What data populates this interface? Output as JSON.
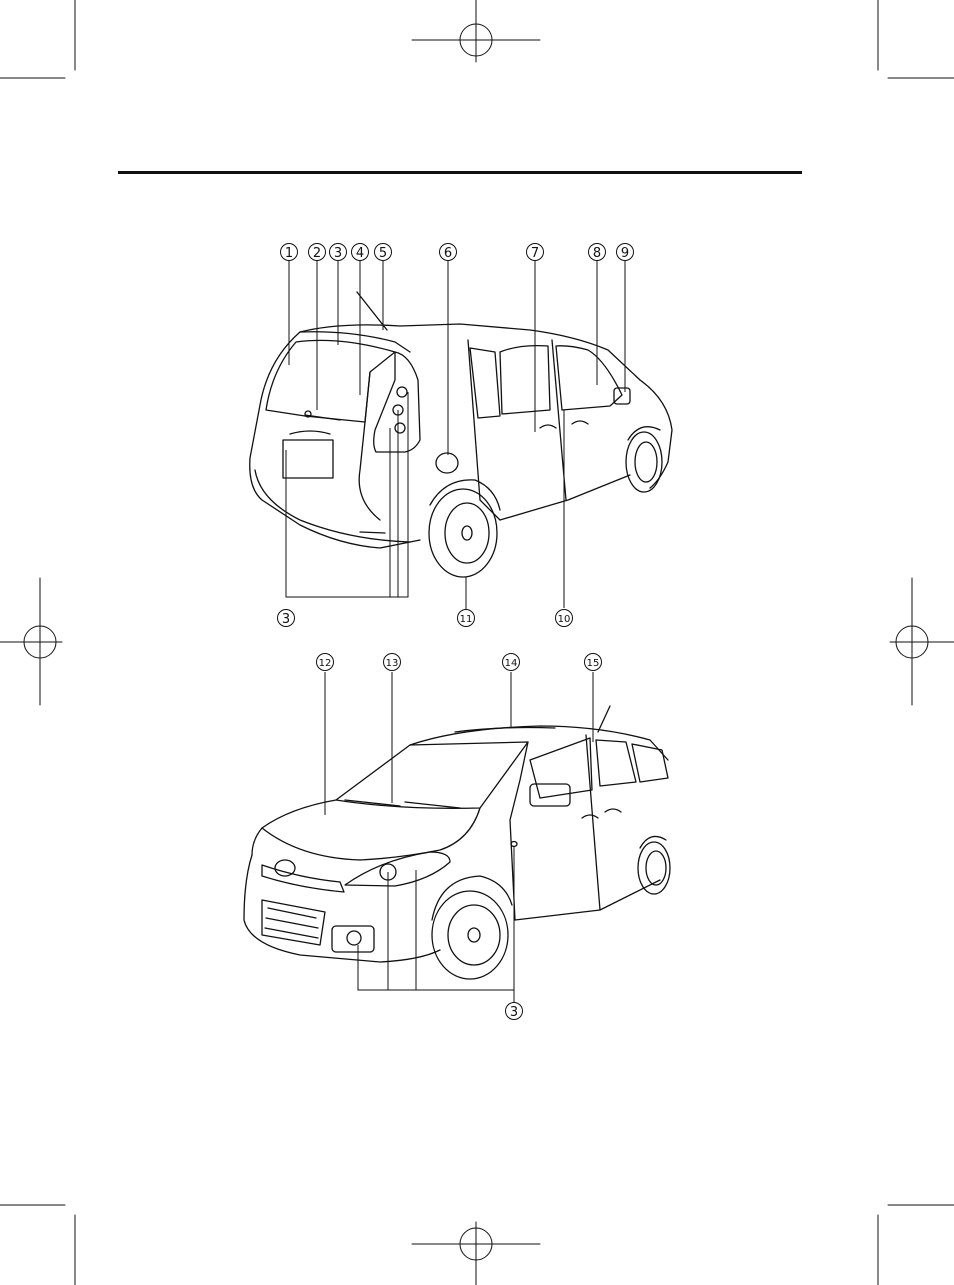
{
  "callouts_top": [
    {
      "id": "c1",
      "label": "1"
    },
    {
      "id": "c2",
      "label": "2"
    },
    {
      "id": "c3a",
      "label": "3"
    },
    {
      "id": "c4",
      "label": "4"
    },
    {
      "id": "c5",
      "label": "5"
    },
    {
      "id": "c6",
      "label": "6"
    },
    {
      "id": "c7",
      "label": "7"
    },
    {
      "id": "c8",
      "label": "8"
    },
    {
      "id": "c9",
      "label": "9"
    },
    {
      "id": "c3b",
      "label": "3"
    },
    {
      "id": "c11",
      "label": "11"
    },
    {
      "id": "c10",
      "label": "10"
    }
  ],
  "callouts_bottom": [
    {
      "id": "c12",
      "label": "12"
    },
    {
      "id": "c13",
      "label": "13"
    },
    {
      "id": "c14",
      "label": "14"
    },
    {
      "id": "c15",
      "label": "15"
    },
    {
      "id": "c3c",
      "label": "3"
    }
  ]
}
